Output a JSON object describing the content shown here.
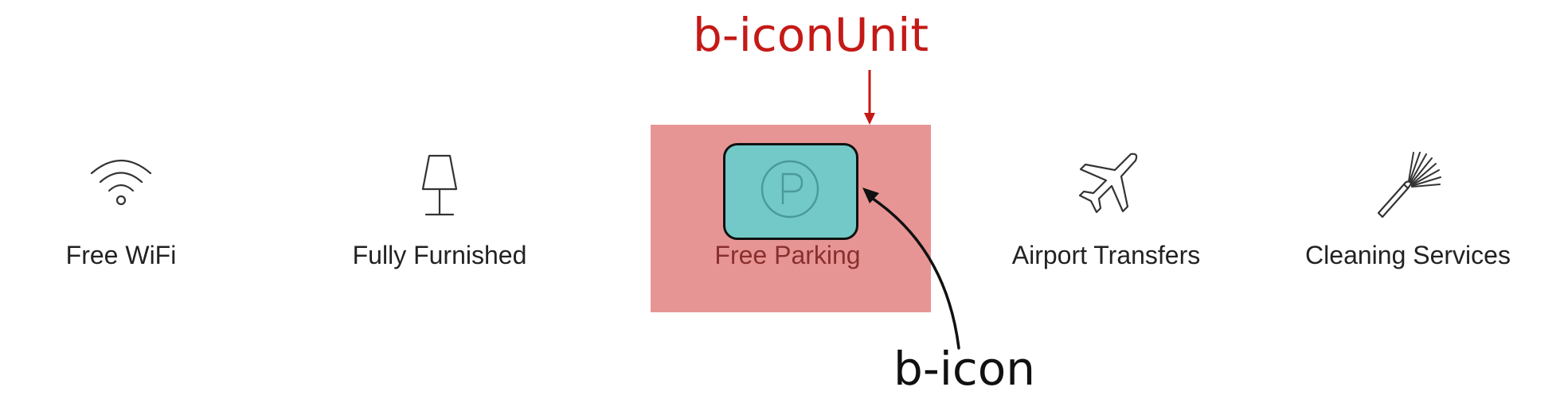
{
  "features": [
    {
      "label": "Free WiFi",
      "icon": "wifi-icon"
    },
    {
      "label": "Fully Furnished",
      "icon": "lamp-icon"
    },
    {
      "label": "Free Parking",
      "icon": "parking-icon"
    },
    {
      "label": "Airport Transfers",
      "icon": "airplane-icon"
    },
    {
      "label": "Cleaning Services",
      "icon": "broom-icon"
    }
  ],
  "annotations": {
    "unit_label": "b-iconUnit",
    "icon_label": "b-icon"
  },
  "colors": {
    "unit_highlight": "#e79594",
    "icon_highlight": "#72c9c7",
    "unit_annotation": "#c41a17",
    "icon_annotation": "#111111",
    "icon_stroke": "#333333",
    "parking_icon_stroke": "#4a9a98"
  }
}
